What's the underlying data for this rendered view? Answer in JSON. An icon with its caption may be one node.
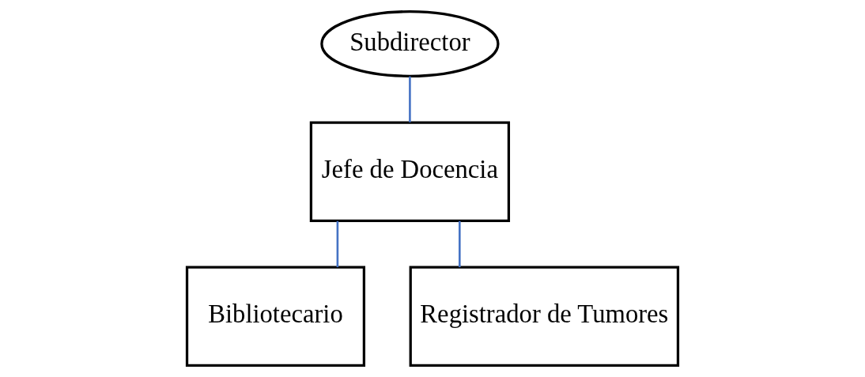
{
  "diagram": {
    "nodes": [
      {
        "text": [
          "Subdirector"
        ]
      },
      {
        "text": [
          "Jefe de Docencia"
        ]
      },
      {
        "text": [
          "Bibliotecario"
        ]
      },
      {
        "text": [
          "Registrador de Tumores"
        ]
      }
    ],
    "edges": [
      {
        "from": 0,
        "to": 1,
        "arrow": "none"
      },
      {
        "from": 1,
        "to": 2,
        "arrow": "none"
      },
      {
        "from": 1,
        "to": 3,
        "arrow": "none"
      }
    ]
  }
}
